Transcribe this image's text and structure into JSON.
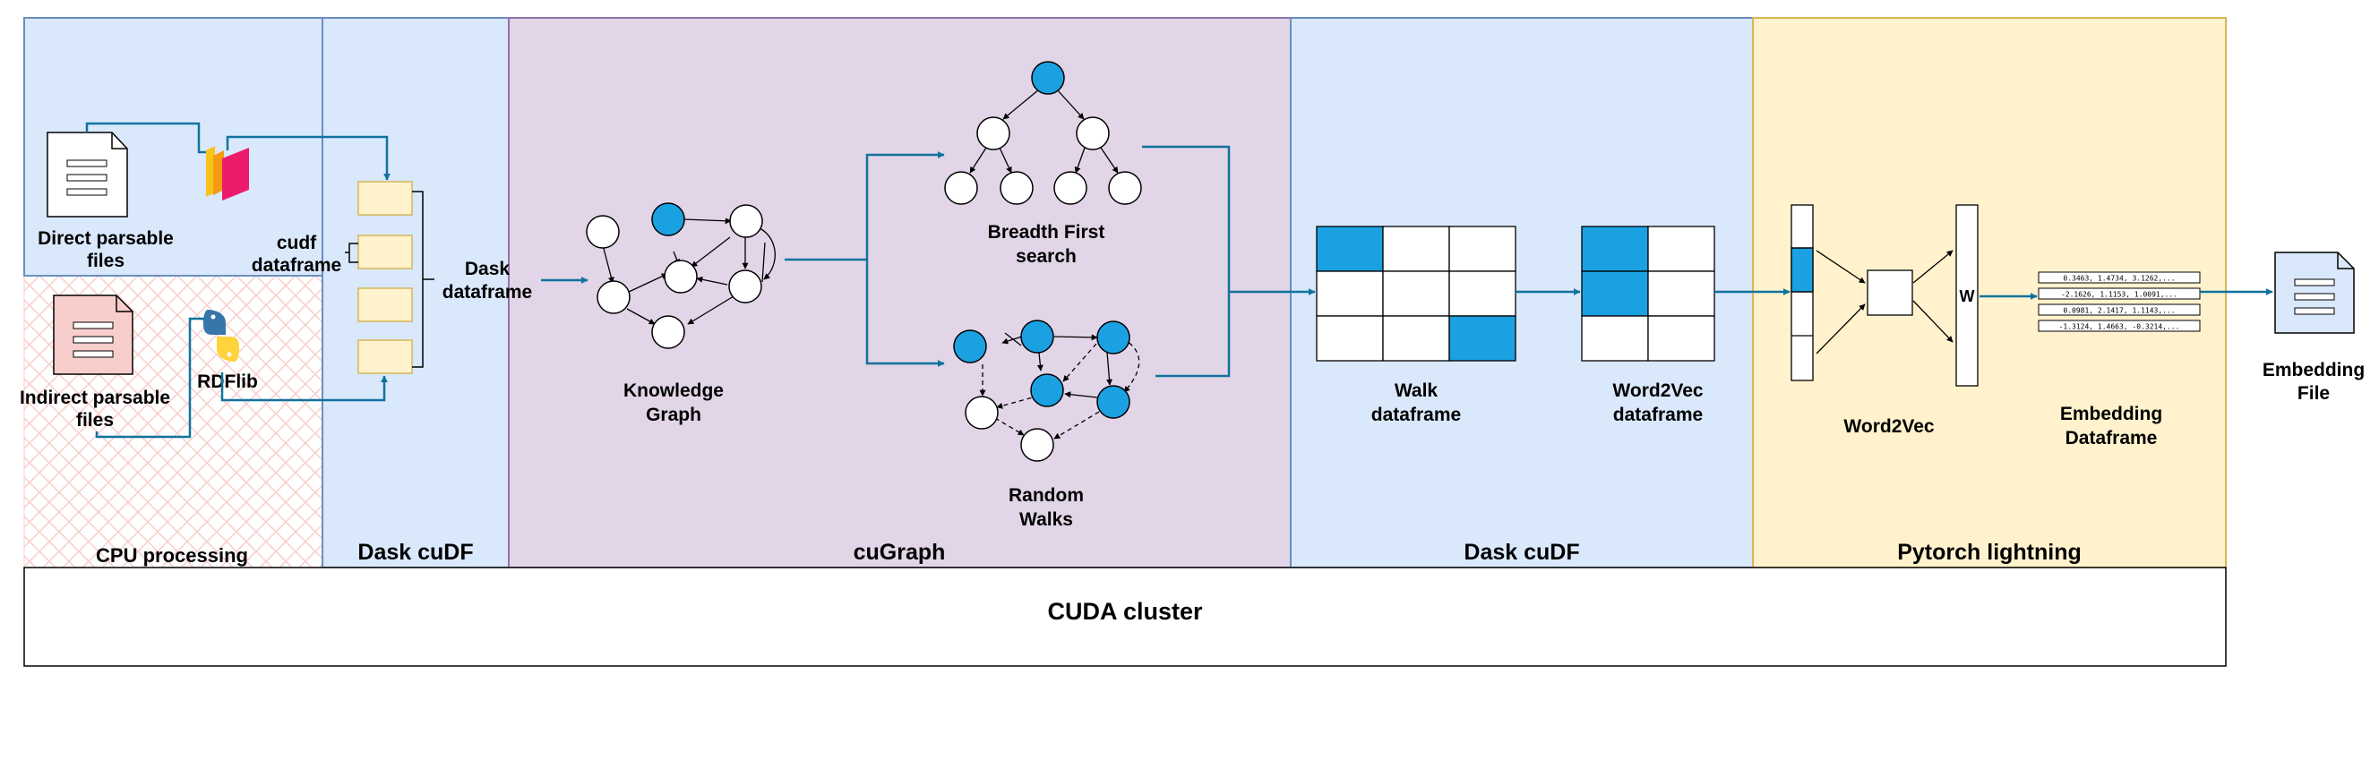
{
  "colors": {
    "dask_blue": "#dae8fc",
    "dask_border": "#6c8ebf",
    "cugraph_purple": "#e1d5e7",
    "cugraph_border": "#9673a6",
    "pytorch_yellow": "#fff2cc",
    "pytorch_border": "#d6b656",
    "cpu_hatch": "#f8cecc",
    "node_blue": "#1ba1e2",
    "arrow_blue": "#10739e",
    "dataframe_yellow": "#fff2cc"
  },
  "sections": {
    "cpu_processing": "CPU processing",
    "dask_cudf_1": "Dask cuDF",
    "cugraph": "cuGraph",
    "dask_cudf_2": "Dask cuDF",
    "pytorch_lightning": "Pytorch lightning",
    "cuda_cluster": "CUDA cluster"
  },
  "labels": {
    "direct_files": [
      "Direct parsable",
      "files"
    ],
    "indirect_files": [
      "Indirect parsable",
      "files"
    ],
    "rdflib": "RDFlib",
    "cudf_dataframe": [
      "cudf",
      "dataframe"
    ],
    "dask_dataframe": [
      "Dask",
      "dataframe"
    ],
    "knowledge_graph": [
      "Knowledge",
      "Graph"
    ],
    "bfs": [
      "Breadth First",
      "search"
    ],
    "random_walks": [
      "Random",
      "Walks"
    ],
    "walk_dataframe": [
      "Walk",
      "dataframe"
    ],
    "word2vec_dataframe": [
      "Word2Vec",
      "dataframe"
    ],
    "word2vec": "Word2Vec",
    "w": "W",
    "embedding_dataframe": [
      "Embedding",
      "Dataframe"
    ],
    "embedding_file": [
      "Embedding",
      "File"
    ]
  },
  "embedding_rows": [
    "0.3463, 1.4734, 3.1262,...",
    "-2.1626, 1.1153, 1.0091,...",
    "0.0981, 2.1417, 1.1143,...",
    "-1.3124, 1.4663, -0.3214,..."
  ],
  "icons": {
    "direct_file": "document-icon",
    "indirect_file": "document-icon",
    "parser": "parquet-icon",
    "rdflib": "python-icon",
    "embedding_file": "document-icon"
  }
}
